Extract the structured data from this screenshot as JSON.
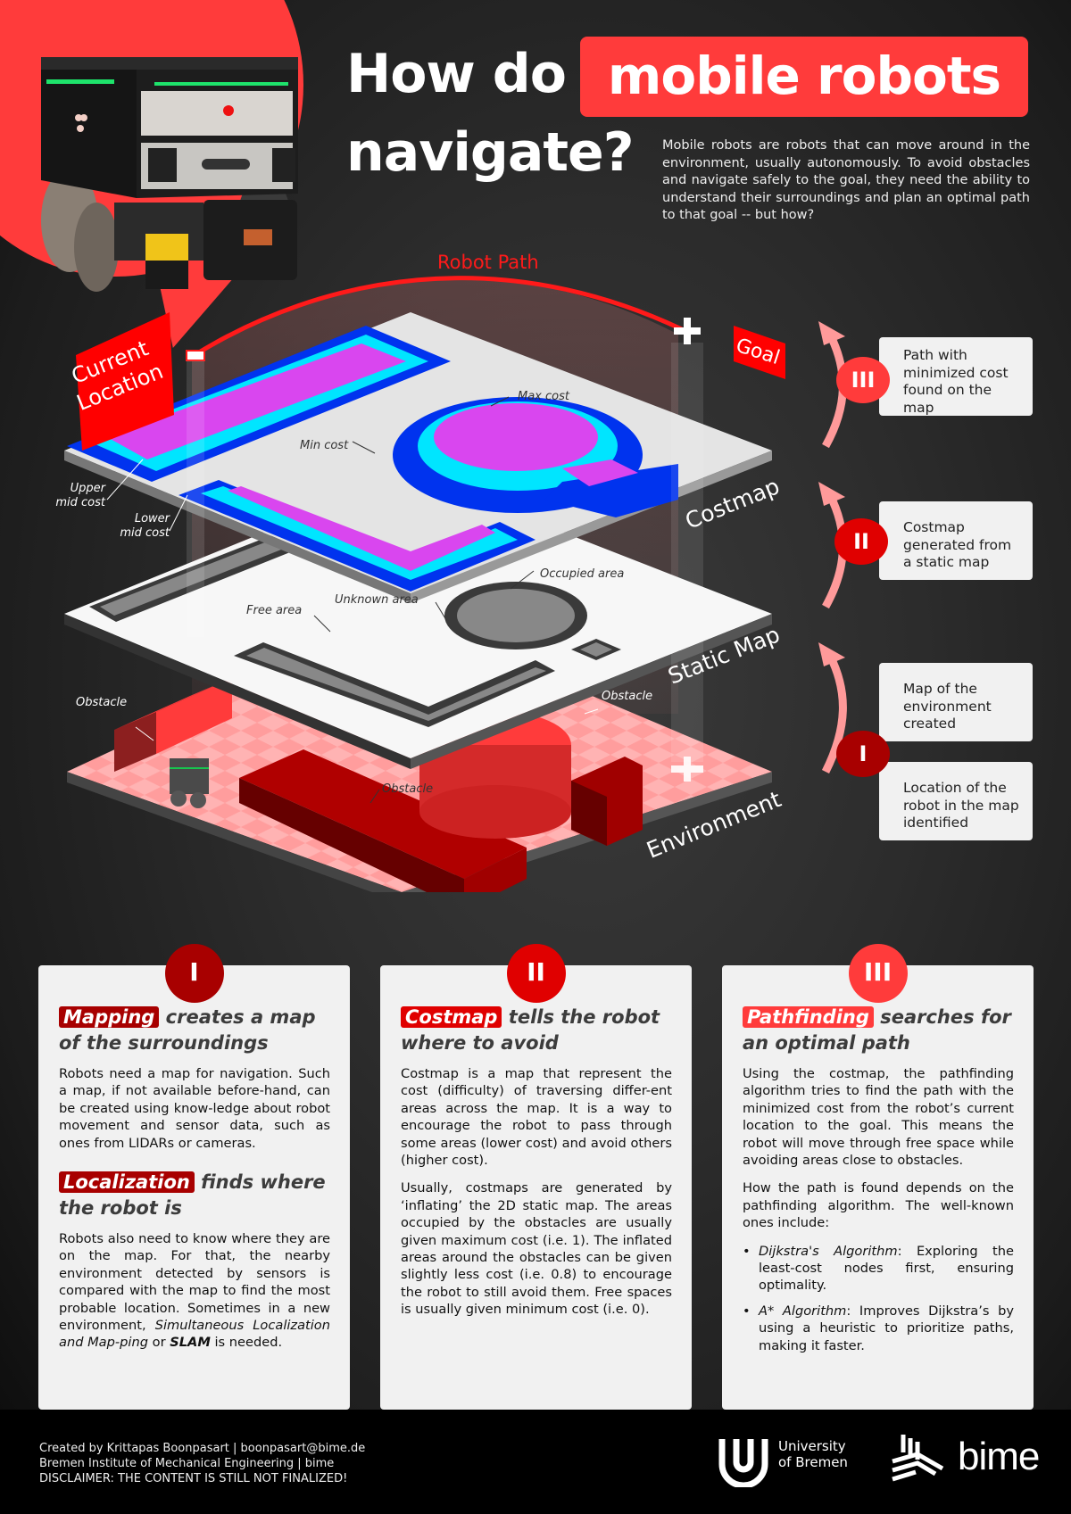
{
  "header": {
    "title_part1": "How do",
    "title_highlight": "mobile robots",
    "title_part2": "navigate?",
    "intro": "Mobile robots are robots that can move around in the environment, usually autonomously. To avoid obstacles and navigate safely to the goal, they need the ability to understand their surroundings and plan an optimal path to that goal -- but how?"
  },
  "colors": {
    "accent_red": "#ff3b3b",
    "step1_red": "#a80000",
    "step2_red": "#e00000",
    "step3_red": "#ff3b3b",
    "costmap_max": "#d946ef",
    "costmap_upper_mid": "#00e5ff",
    "costmap_lower_mid": "#0033ee",
    "background": "#2c2c2c"
  },
  "diagram": {
    "robot_path_label": "Robot Path",
    "current_location_label_line1": "Current",
    "current_location_label_line2": "Location",
    "goal_label": "Goal",
    "layers": {
      "costmap": "Costmap",
      "static_map": "Static Map",
      "environment": "Environment"
    },
    "costmap_annotations": {
      "max_cost": "Max cost",
      "min_cost": "Min cost",
      "upper_mid_cost_line1": "Upper",
      "upper_mid_cost_line2": "mid cost",
      "lower_mid_cost_line1": "Lower",
      "lower_mid_cost_line2": "mid cost"
    },
    "static_map_annotations": {
      "occupied_area": "Occupied area",
      "unknown_area": "Unknown area",
      "free_area": "Free area"
    },
    "environment_annotations": {
      "obstacle_left": "Obstacle",
      "obstacle_right": "Obstacle",
      "obstacle_center": "Obstacle"
    }
  },
  "steps": [
    {
      "num": "III",
      "text": "Path with minimized cost found on the map"
    },
    {
      "num": "II",
      "text": "Costmap generated from a static map"
    },
    {
      "num": "I",
      "text_a": "Map of the environment created",
      "text_b": "Location of the robot in the map identified"
    }
  ],
  "cards": [
    {
      "num": "I",
      "heading_highlight": "Mapping",
      "heading_rest": "creates a map of the surroundings",
      "body": "Robots need a map for navigation. Such a map, if not available before-hand, can be created using know-ledge about robot movement and sensor data, such as ones from LIDARs or cameras.",
      "sub_heading_highlight": "Localization",
      "sub_heading_rest": "finds where the robot is",
      "sub_body_main": "Robots also need to know where they are on the map. For that, the nearby environment detected by sensors is compared with the map to find the most probable location. Sometimes in a new environment, ",
      "sub_body_italic": "Simultaneous Localization and Map-ping",
      "sub_body_or": " or ",
      "sub_body_bold": "SLAM",
      "sub_body_end": " is needed."
    },
    {
      "num": "II",
      "heading_highlight": "Costmap",
      "heading_rest": "tells the robot where to avoid",
      "body": "Costmap is a map that represent the cost (difficulty) of traversing differ-ent areas across the map. It is a way to encourage the robot to pass through some areas (lower cost) and avoid others (higher cost).",
      "body2": "Usually, costmaps are generated by ‘inflating’ the 2D static map. The areas occupied by the obstacles are usually given maximum cost (i.e. 1). The inflated areas around the obstacles can be given slightly less cost (i.e. 0.8) to encourage the robot to still avoid them. Free spaces is usually given minimum cost (i.e. 0)."
    },
    {
      "num": "III",
      "heading_highlight": "Pathfinding",
      "heading_rest": "searches for an optimal path",
      "body": "Using the costmap, the pathfinding algorithm tries to find the path with the minimized cost from the robot’s current location to the goal. This means the robot will move through free space while avoiding areas close to obstacles.",
      "body2": "How the path is found depends on the pathfinding algorithm. The well-known ones include:",
      "bullets": [
        {
          "name": "Dijkstra's Algorithm",
          "text": ": Exploring the least-cost nodes first, ensuring optimality."
        },
        {
          "name": "A* Algorithm",
          "text": ": Improves Dijkstra’s by using a heuristic to prioritize paths, making it faster."
        }
      ]
    }
  ],
  "footer": {
    "line1": "Created by Krittapas Boonpasart | boonpasart@bime.de",
    "line2": "Bremen Institute of Mechanical Engineering | bime",
    "line3": "DISCLAIMER: THE CONTENT IS STILL NOT FINALIZED!",
    "uni_line1": "University",
    "uni_line2": "of Bremen",
    "bime": "bime"
  }
}
